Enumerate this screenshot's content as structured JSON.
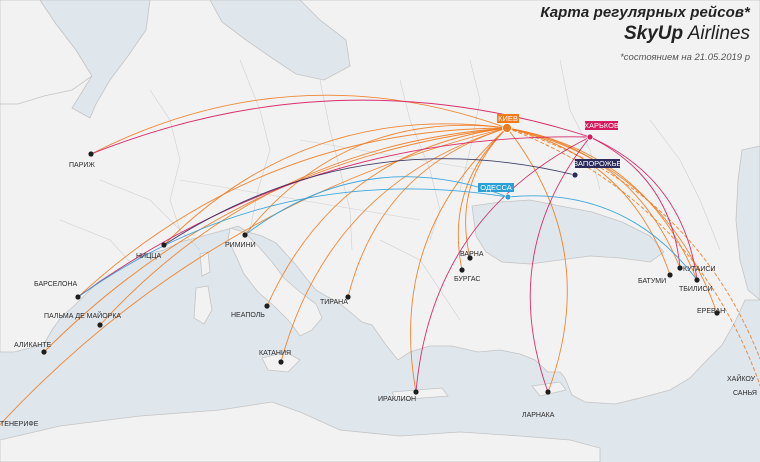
{
  "title": "Карта регулярных рейсов*",
  "brand": {
    "bold": "SkyUp",
    "regular": " Airlines"
  },
  "status_note": "*состоянием на 21.05.2019 р",
  "colors": {
    "water": "#dfe6ec",
    "land": "#f2f2f2",
    "border": "#c4c4c4",
    "kyiv": "#f07a1e",
    "kharkiv": "#d61a5e",
    "zaporizhzhia": "#2a2a5c",
    "odesa": "#2a9fd8"
  },
  "hubs": [
    {
      "id": "kyiv",
      "label": "КИЕВ",
      "color": "#f07a1e"
    },
    {
      "id": "kharkiv",
      "label": "ХАРЬКОВ",
      "color": "#d61a5e"
    },
    {
      "id": "zaporizhzhia",
      "label": "ЗАПОРОЖЬЕ",
      "color": "#2a2a5c"
    },
    {
      "id": "odesa",
      "label": "ОДЕССА",
      "color": "#2a9fd8"
    }
  ],
  "destinations": [
    {
      "id": "paris",
      "label": "ПАРИЖ"
    },
    {
      "id": "nice",
      "label": "НИЦЦА"
    },
    {
      "id": "rimini",
      "label": "РИМИНИ"
    },
    {
      "id": "barcelona",
      "label": "БАРСЕЛОНА"
    },
    {
      "id": "palma",
      "label": "ПАЛЬМА ДЕ МАЙОРКА"
    },
    {
      "id": "alicante",
      "label": "АЛИКАНТЕ"
    },
    {
      "id": "tenerife",
      "label": "ТЕНЕРИФЕ"
    },
    {
      "id": "naples",
      "label": "НЕАПОЛЬ"
    },
    {
      "id": "catania",
      "label": "КАТАНИЯ"
    },
    {
      "id": "tirana",
      "label": "ТИРАНА"
    },
    {
      "id": "heraklion",
      "label": "ИРАКЛИОН"
    },
    {
      "id": "larnaca",
      "label": "ЛАРНАКА"
    },
    {
      "id": "varna",
      "label": "ВАРНА"
    },
    {
      "id": "burgas",
      "label": "БУРГАС"
    },
    {
      "id": "batumi",
      "label": "БАТУМИ"
    },
    {
      "id": "kutaisi",
      "label": "КУТАИСИ"
    },
    {
      "id": "tbilisi",
      "label": "ТБИЛИСИ"
    },
    {
      "id": "yerevan",
      "label": "ЕРЕВАН"
    },
    {
      "id": "haikou",
      "label": "ХАЙКОУ"
    },
    {
      "id": "sanya",
      "label": "САНЬЯ"
    }
  ],
  "routes": [
    {
      "from": "kyiv",
      "to": "paris"
    },
    {
      "from": "kyiv",
      "to": "nice"
    },
    {
      "from": "kyiv",
      "to": "rimini"
    },
    {
      "from": "kyiv",
      "to": "barcelona"
    },
    {
      "from": "kyiv",
      "to": "palma"
    },
    {
      "from": "kyiv",
      "to": "alicante"
    },
    {
      "from": "kyiv",
      "to": "tenerife"
    },
    {
      "from": "kyiv",
      "to": "naples"
    },
    {
      "from": "kyiv",
      "to": "catania"
    },
    {
      "from": "kyiv",
      "to": "tirana"
    },
    {
      "from": "kyiv",
      "to": "heraklion"
    },
    {
      "from": "kyiv",
      "to": "larnaca"
    },
    {
      "from": "kyiv",
      "to": "varna"
    },
    {
      "from": "kyiv",
      "to": "burgas"
    },
    {
      "from": "kyiv",
      "to": "batumi"
    },
    {
      "from": "kyiv",
      "to": "kutaisi"
    },
    {
      "from": "kyiv",
      "to": "tbilisi"
    },
    {
      "from": "kyiv",
      "to": "yerevan"
    },
    {
      "from": "kyiv",
      "to": "haikou"
    },
    {
      "from": "kyiv",
      "to": "sanya"
    },
    {
      "from": "kharkiv",
      "to": "paris"
    },
    {
      "from": "kharkiv",
      "to": "barcelona"
    },
    {
      "from": "kharkiv",
      "to": "heraklion"
    },
    {
      "from": "kharkiv",
      "to": "larnaca"
    },
    {
      "from": "kharkiv",
      "to": "kutaisi"
    },
    {
      "from": "kharkiv",
      "to": "tbilisi"
    },
    {
      "from": "zaporizhzhia",
      "to": "nice"
    },
    {
      "from": "odesa",
      "to": "rimini"
    },
    {
      "from": "odesa",
      "to": "barcelona"
    },
    {
      "from": "odesa",
      "to": "tbilisi"
    }
  ]
}
